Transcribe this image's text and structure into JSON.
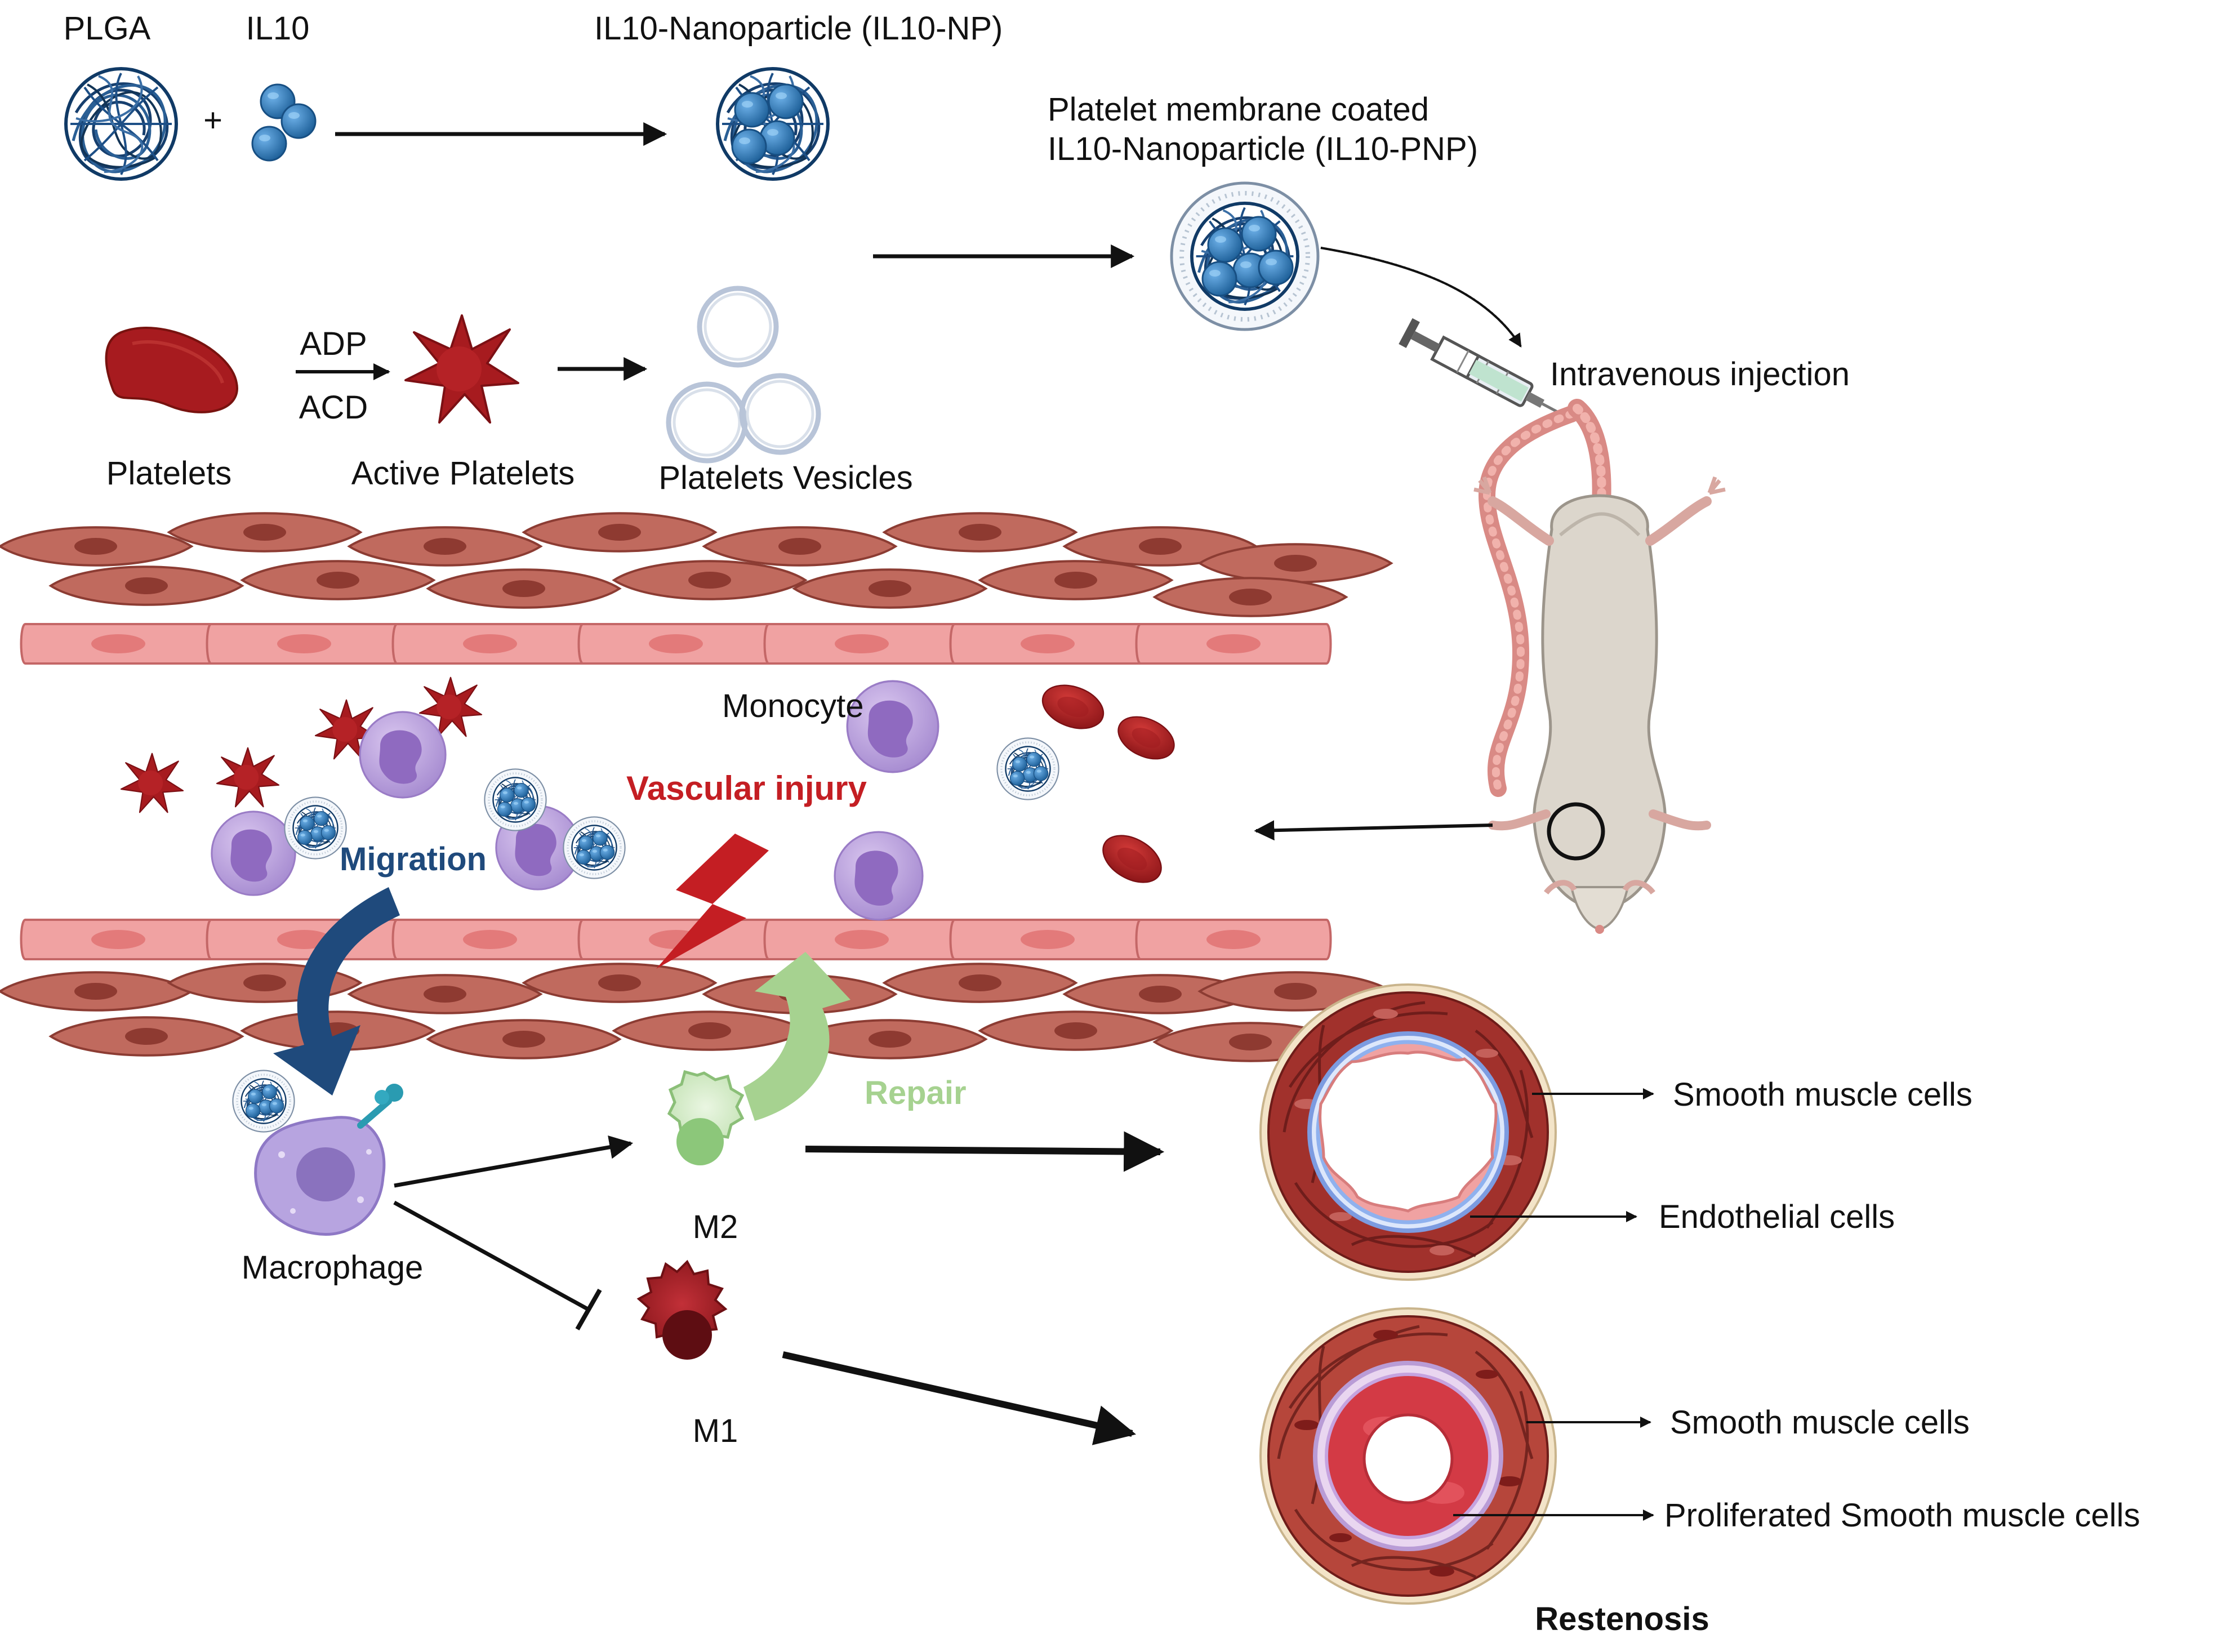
{
  "labels": {
    "plga": "PLGA",
    "il10": "IL10",
    "plus": "+",
    "il10_np": "IL10-Nanoparticle (IL10-NP)",
    "pnp_title": "Platelet membrane coated\nIL10-Nanoparticle (IL10-PNP)",
    "adp": "ADP",
    "acd": "ACD",
    "platelets": "Platelets",
    "active_platelets": "Active Platelets",
    "platelet_vesicles": "Platelets Vesicles",
    "injection": "Intravenous injection",
    "monocyte": "Monocyte",
    "vascular_injury": "Vascular injury",
    "migration": "Migration",
    "repair": "Repair",
    "macrophage": "Macrophage",
    "m2": "M2",
    "m1": "M1",
    "smc_top": "Smooth muscle cells",
    "endothelial": "Endothelial cells",
    "smc_bottom": "Smooth muscle cells",
    "proliferated": "Proliferated Smooth muscle cells",
    "restenosis": "Restenosis"
  },
  "colors": {
    "nanoparticle_blue": "#1d5f98",
    "il10_blue": "#2f7fc4",
    "platelet_red": "#a71b1f",
    "smooth_muscle": "#c06a5e",
    "endothelium": "#f0a2a2",
    "monocyte_purple": "#b89ad8",
    "m2_green": "#b9dca8",
    "m1_red": "#9b1d22",
    "injury_red": "#c41e23",
    "migration_blue": "#1f4a7c",
    "repair_green": "#a6d290",
    "vessel_wall": "#8e2a26"
  }
}
